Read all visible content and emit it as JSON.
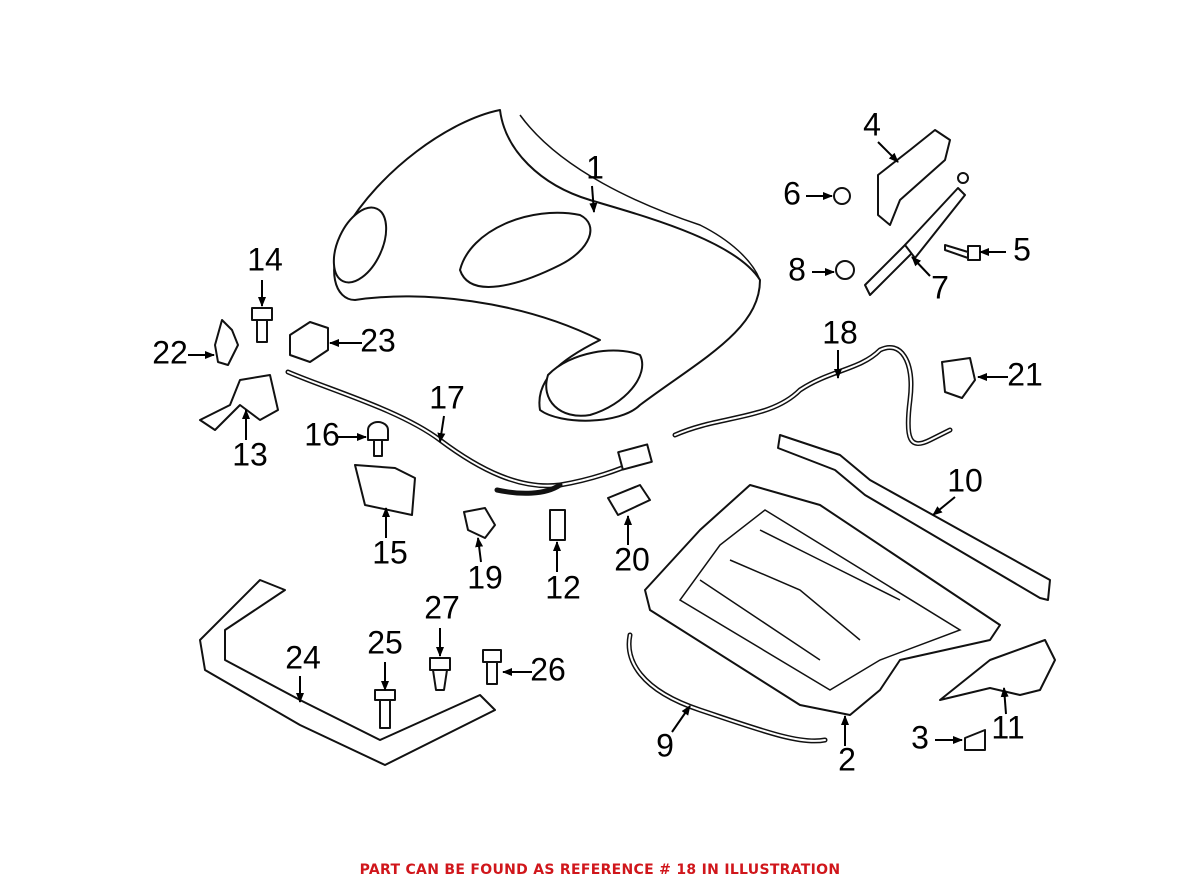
{
  "diagram": {
    "callouts": [
      "1",
      "2",
      "3",
      "4",
      "5",
      "6",
      "7",
      "8",
      "9",
      "10",
      "11",
      "12",
      "13",
      "14",
      "15",
      "16",
      "17",
      "18",
      "19",
      "20",
      "21",
      "22",
      "23",
      "24",
      "25",
      "26",
      "27"
    ]
  },
  "caption": {
    "text": "PART CAN BE FOUND AS REFERENCE # 18 IN ILLUSTRATION",
    "color": "#d0161b"
  }
}
